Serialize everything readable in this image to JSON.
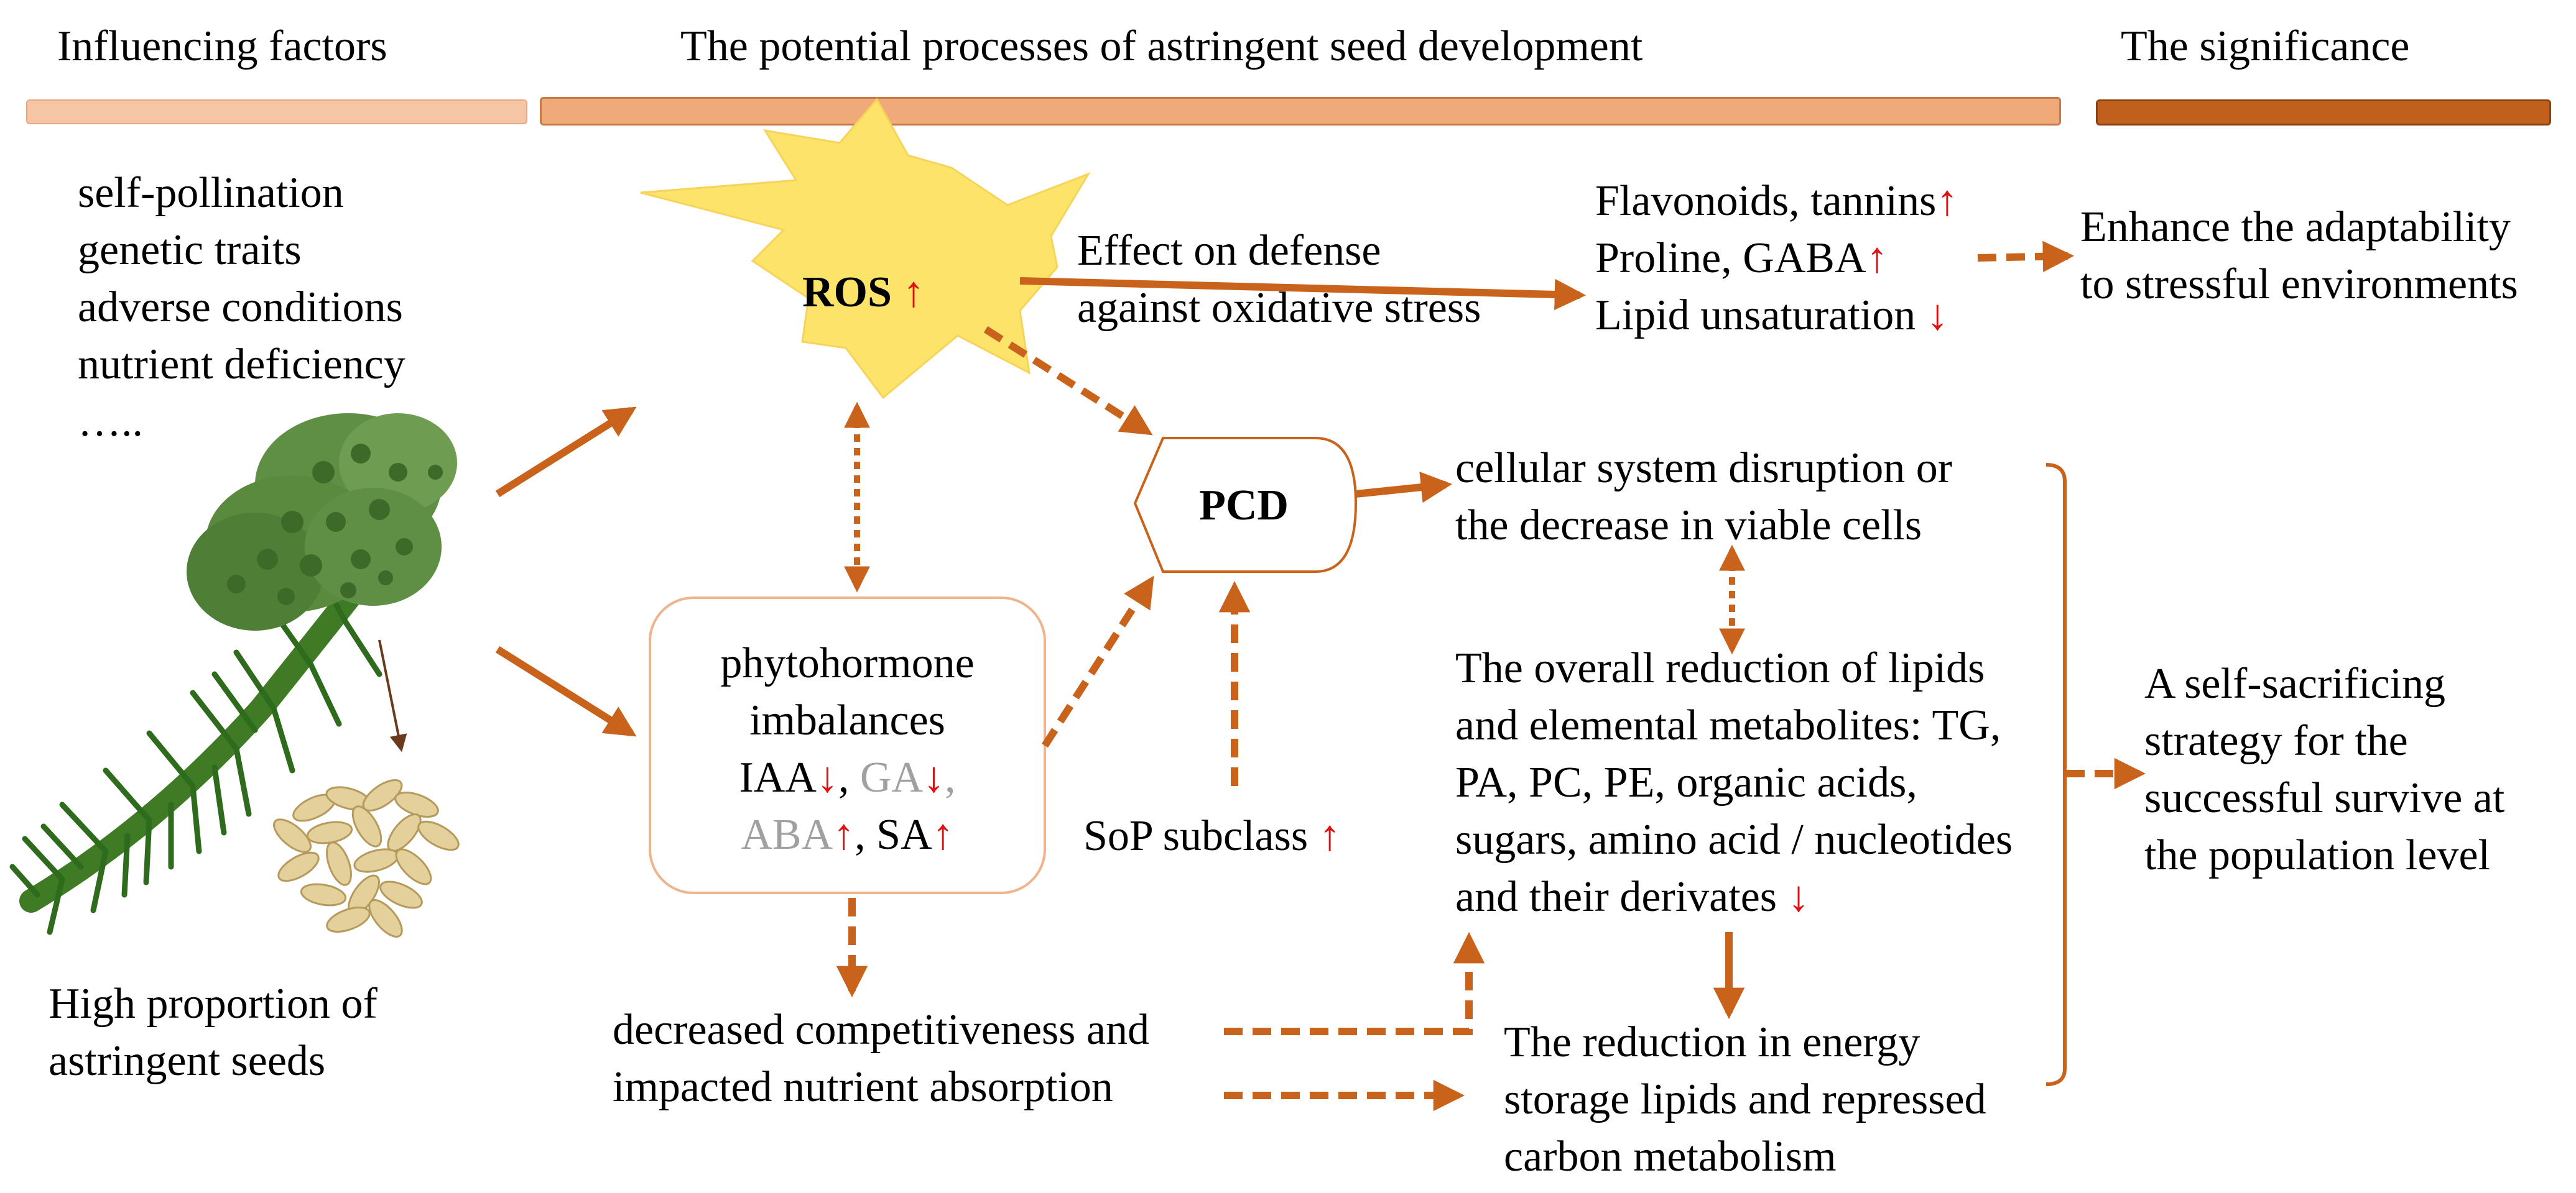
{
  "headers": {
    "factors": "Influencing  factors",
    "processes": "The potential  processes  of  astringent  seed  development",
    "significance": "The significance"
  },
  "colors": {
    "bar_light": "#f5c6a5",
    "bar_mid": "#f0aa7a",
    "bar_dark": "#c0601c",
    "arrow": "#c9631c",
    "star": "#fce46a",
    "up_down": "#e01010",
    "gray_text": "#a0a0a0"
  },
  "factors": {
    "items": [
      "self-pollination",
      "genetic traits",
      "adverse conditions",
      "nutrient deficiency",
      "….."
    ],
    "outcome": [
      "High proportion of",
      "astringent seeds"
    ],
    "images": [
      "plant-branch-cone",
      "seed-pile"
    ]
  },
  "ros": {
    "label": "ROS",
    "trend": "up"
  },
  "defense": {
    "lines": [
      "Effect on defense",
      "against oxidative stress"
    ]
  },
  "metabolites": {
    "line1": "Flavonoids, tannins",
    "line2": "Proline, GABA",
    "line3": "Lipid unsaturation "
  },
  "adaptability": {
    "lines": [
      "Enhance the adaptability",
      "to stressful environments"
    ]
  },
  "pcd": {
    "label": "PCD"
  },
  "cellular": {
    "lines": [
      "cellular system disruption or",
      "the decrease in viable cells"
    ]
  },
  "phytohormone": {
    "lines": [
      "phytohormone",
      "imbalances"
    ],
    "iaa": "IAA",
    "ga": "GA",
    "aba": "ABA",
    "sa": "SA",
    "sep": ", "
  },
  "sop": {
    "label": "SoP subclass "
  },
  "reduction": {
    "lines": [
      "The overall reduction of lipids",
      "and elemental metabolites: TG,",
      "PA, PC, PE, organic acids,",
      "sugars, amino acid / nucleotides",
      "and their derivates "
    ]
  },
  "competitiveness": {
    "lines": [
      "decreased competitiveness and",
      "impacted nutrient absorption"
    ]
  },
  "energy": {
    "lines": [
      "The reduction in energy",
      "storage lipids and repressed",
      "carbon metabolism"
    ]
  },
  "strategy": {
    "lines": [
      "A self-sacrificing",
      "strategy for the",
      "successful survive at",
      "the population level"
    ]
  }
}
